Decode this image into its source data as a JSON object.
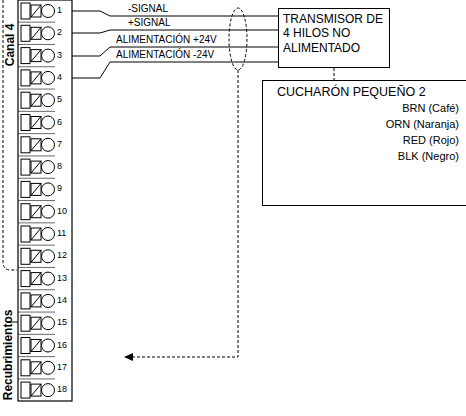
{
  "diagram": {
    "nodes": [
      {
        "text": [
          "TRANSMISOR DE 4 HILOS NO ALIMENTADO"
        ]
      },
      {
        "text": [
          "CUCHARÓN PEQUEÑO 2",
          "BRN (Café)",
          "ORN (Naranja)",
          "RED (Rojo)",
          "BLK (Negro)"
        ]
      }
    ],
    "edges": [
      {
        "from": 0,
        "to": 1,
        "arrow": "none"
      }
    ],
    "labels": [
      "Canal 4",
      "1",
      "2",
      "3",
      "4",
      "5",
      "6",
      "7",
      "8",
      "9",
      "10",
      "11",
      "12",
      "13",
      "14",
      "15",
      "16",
      "17",
      "18",
      "-SIGNAL",
      "+SIGNAL",
      "ALIMENTACIÓN +24V",
      "ALIMENTACIÓN -24V",
      "Recubrimientos"
    ]
  }
}
